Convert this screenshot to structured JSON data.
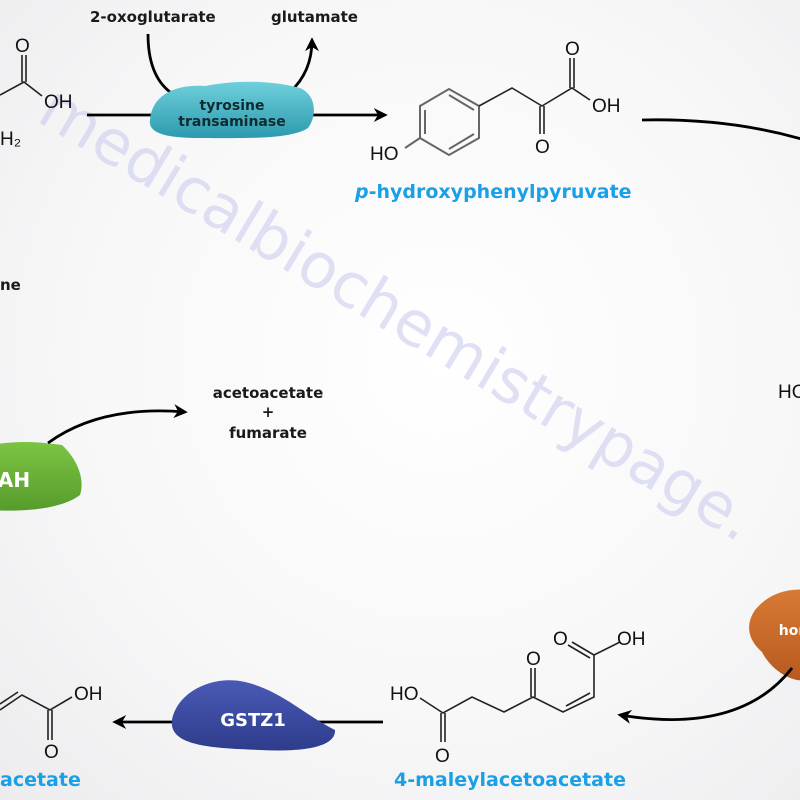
{
  "watermark": "medicalbiochemistrypage.",
  "compounds": {
    "tyrosine_partial_suffix": "ne",
    "tyrosine_oh": "OH",
    "tyrosine_o": "O",
    "tyrosine_nh2": "H₂",
    "hpp_prefix": "p",
    "hpp_name": "-hydroxyphenylpyruvate",
    "hpp_ho": "HO",
    "hpp_o1": "O",
    "hpp_o2": "O",
    "hpp_oh": "OH",
    "homogentisate_partial": "HO",
    "maleylacetoacetate": "4-maleylacetoacetate",
    "maa_ho": "HO",
    "maa_o1": "O",
    "maa_o2": "O",
    "maa_o3": "O",
    "maa_oh": "OH",
    "fumarylacetoacetate_partial": "acetate",
    "faa_oh": "OH",
    "faa_o": "O"
  },
  "cosubstrates": {
    "in": "2-oxoglutarate",
    "out": "glutamate"
  },
  "products": {
    "line1": "acetoacetate",
    "plus": "+",
    "line2": "fumarate"
  },
  "enzymes": {
    "tat_line1": "tyrosine",
    "tat_line2": "transaminase",
    "gstz1": "GSTZ1",
    "fah_partial": "AH",
    "hgd_partial": "hor"
  },
  "colors": {
    "compound_label": "#1aa0e6",
    "tat": "#3fb3c4",
    "gstz1": "#3a4aa0",
    "fah": "#6ab23a",
    "hgd": "#c9692a"
  }
}
